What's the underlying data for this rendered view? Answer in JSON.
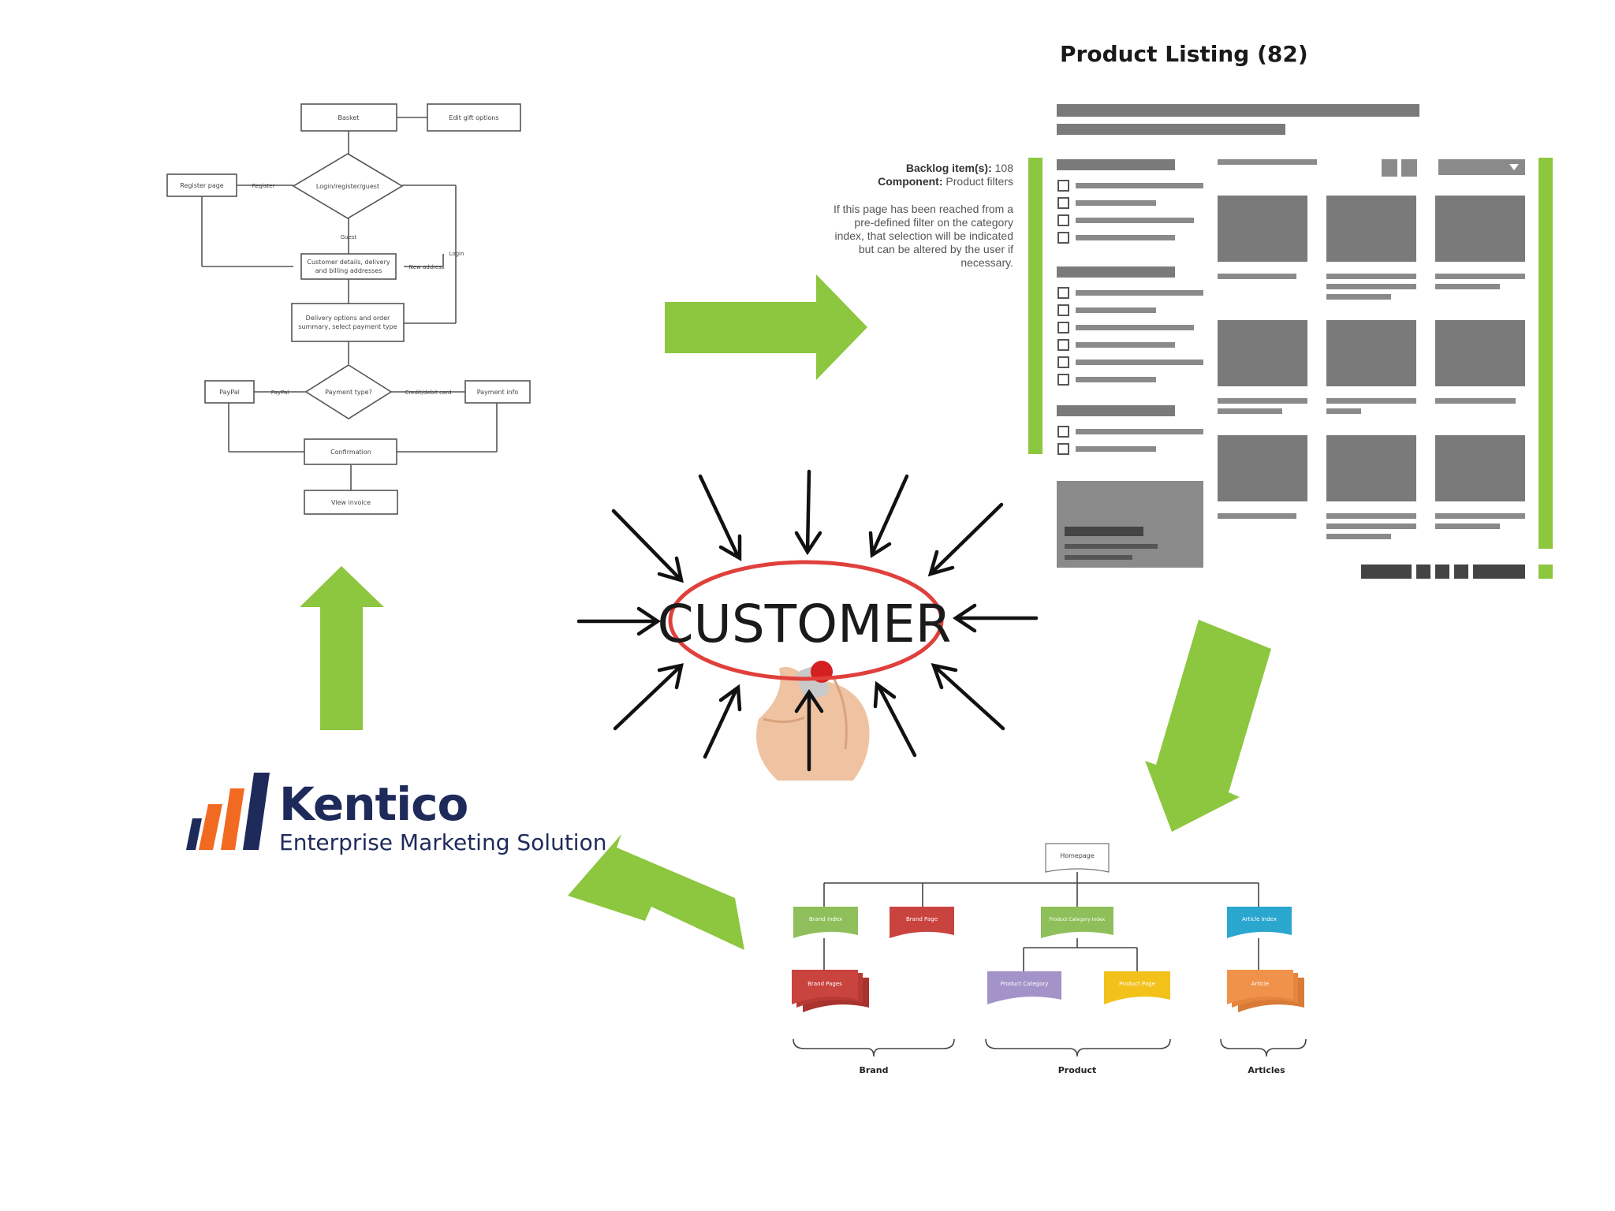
{
  "product_listing": {
    "title": "Product Listing (82)",
    "backlog_label": "Backlog item(s):",
    "backlog_value": "108",
    "component_label": "Component:",
    "component_value": "Product filters",
    "description_lines": [
      "If this page has been reached from a",
      "pre-defined filter on the category",
      "index, that selection will be indicated",
      "but can be altered by the user if",
      "necessary."
    ]
  },
  "flowchart": {
    "nodes": {
      "basket": "Basket",
      "edit_gift": "Edit gift options",
      "register_page": "Register page",
      "login_decision": "Login/register/guest",
      "customer_details_1": "Customer details, delivery",
      "customer_details_2": "and billing addresses",
      "delivery_options_1": "Delivery options and order",
      "delivery_options_2": "summary, select payment type",
      "payment_type": "Payment type?",
      "paypal": "PayPal",
      "payment_info": "Payment info",
      "confirmation": "Confirmation",
      "view_invoice": "View invoice"
    },
    "edge_labels": {
      "register": "Register",
      "guest": "Guest",
      "login": "Login",
      "new_address": "New address",
      "paypal": "PayPal",
      "card": "Credit/debit card"
    }
  },
  "center": {
    "label": "CUSTOMER"
  },
  "sitemap": {
    "root": "Homepage",
    "level1": [
      {
        "label": "Brand index",
        "color": "#8fbf5a"
      },
      {
        "label": "Brand Page",
        "color": "#c9433f"
      },
      {
        "label": "Product Category Index",
        "color": "#8fbf5a"
      },
      {
        "label": "Article Index",
        "color": "#2aa7cf"
      }
    ],
    "level2": [
      {
        "label": "Brand Pages",
        "color": "#c9433f"
      },
      {
        "label": "Product Category",
        "color": "#a393c9"
      },
      {
        "label": "Product Page",
        "color": "#f2c21b"
      },
      {
        "label": "Article",
        "color": "#f0924a"
      }
    ],
    "groups": [
      "Brand",
      "Product",
      "Articles"
    ]
  },
  "logo": {
    "name": "Kentico",
    "tagline": "Enterprise Marketing Solution"
  },
  "colors": {
    "arrow_green": "#8dc63f",
    "wire_gray": "#7a7a7a",
    "wire_green": "#8dc63f",
    "oval_red": "#e0403c",
    "logo_navy": "#1e2a5a",
    "logo_orange": "#f26a21"
  }
}
